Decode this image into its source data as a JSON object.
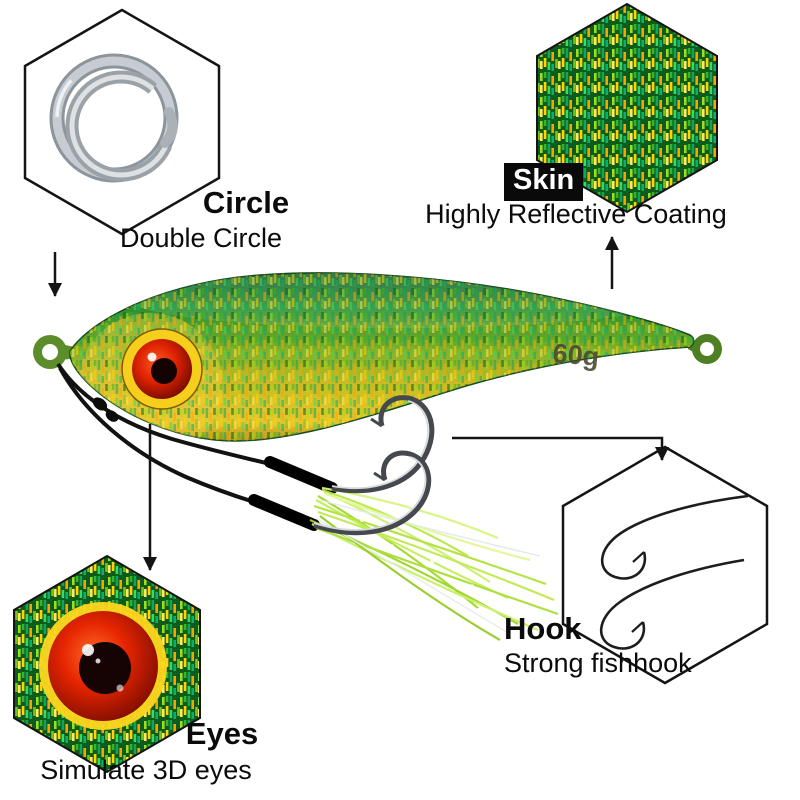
{
  "product": {
    "weight_label": "60g"
  },
  "callouts": {
    "circle": {
      "title": "Circle",
      "subtitle": "Double Circle"
    },
    "skin": {
      "title": "Skin",
      "subtitle": "Highly Reflective Coating"
    },
    "eyes": {
      "title": "Eyes",
      "subtitle": "Simulate 3D eyes"
    },
    "hook": {
      "title": "Hook",
      "subtitle": "Strong fishhook"
    }
  },
  "icons": {
    "split_ring": "split-ring-icon",
    "holographic_skin": "holo-skin-swatch",
    "eye_closeup": "eye-closeup-icon",
    "fishhook": "fishhook-icon"
  },
  "colors": {
    "outline_black": "#141414",
    "lure_green_top": "#14632a",
    "lure_gold_belly": "#e7c72e",
    "eye_red": "#e62500",
    "feather_chartreuse": "#b9e845",
    "ring_silver": "#c6ccd1",
    "badge_black": "#0a0a0a"
  }
}
